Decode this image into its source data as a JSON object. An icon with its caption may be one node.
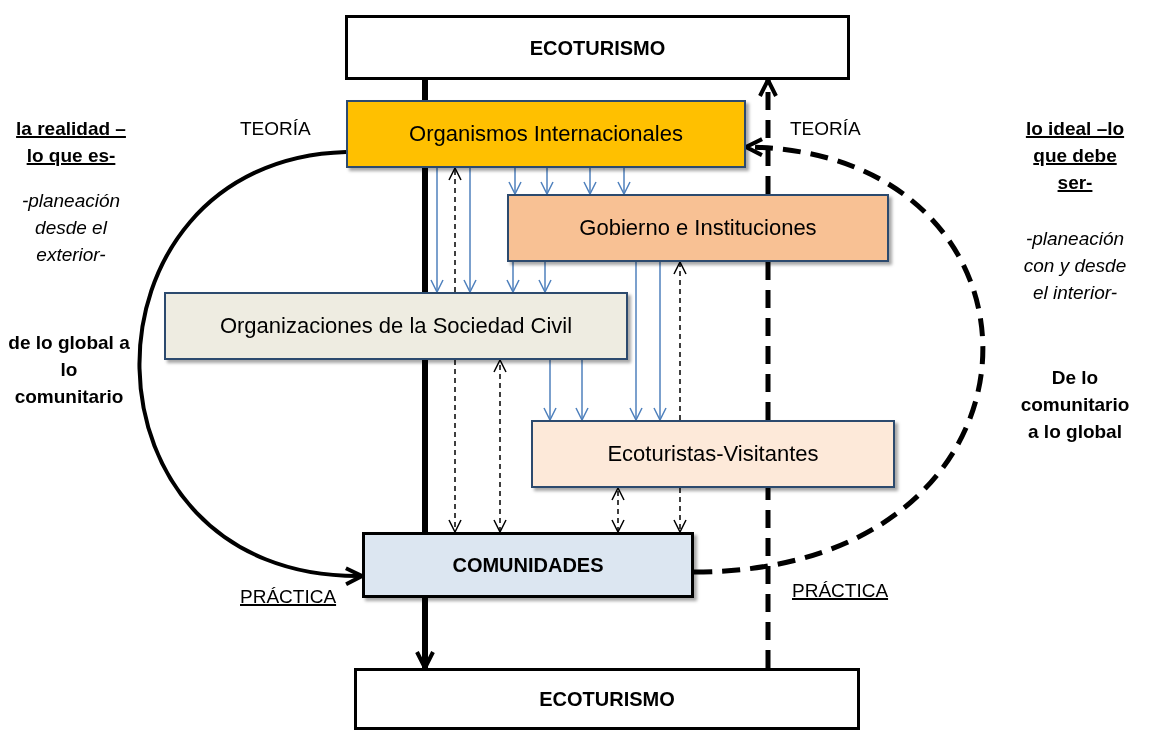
{
  "diagram": {
    "nodes": [
      {
        "text": [
          "ECOTURISMO"
        ]
      },
      {
        "text": [
          "Organismos Internacionales"
        ]
      },
      {
        "text": [
          "Gobierno e Instituciones"
        ]
      },
      {
        "text": [
          "Organizaciones de la Sociedad Civil"
        ]
      },
      {
        "text": [
          "Ecoturistas-Visitantes"
        ]
      },
      {
        "text": [
          "COMUNIDADES"
        ]
      },
      {
        "text": [
          "ECOTURISMO"
        ]
      }
    ],
    "edges": [
      {
        "from": 0,
        "to": 1,
        "arrow": "none",
        "style": "thick"
      },
      {
        "from": 1,
        "to": 3,
        "arrow": "none",
        "style": "thick"
      },
      {
        "from": 3,
        "to": 5,
        "arrow": "none",
        "style": "thick"
      },
      {
        "from": 5,
        "to": 6,
        "arrow": "to",
        "style": "thick"
      },
      {
        "from": 6,
        "to": 4,
        "arrow": "none",
        "style": "dashed"
      },
      {
        "from": 4,
        "to": 2,
        "arrow": "none",
        "style": "dashed"
      },
      {
        "from": 2,
        "to": 0,
        "arrow": "to",
        "style": "dashed"
      },
      {
        "from": 1,
        "to": 5,
        "arrow": "to",
        "style": "thick"
      },
      {
        "from": 5,
        "to": 1,
        "arrow": "to",
        "style": "dashed"
      },
      {
        "from": 1,
        "to": 2,
        "arrow": "to",
        "color": "#4f81bd"
      },
      {
        "from": 1,
        "to": 2,
        "arrow": "to",
        "color": "#4f81bd"
      },
      {
        "from": 1,
        "to": 2,
        "arrow": "to",
        "color": "#4f81bd"
      },
      {
        "from": 1,
        "to": 2,
        "arrow": "to",
        "color": "#4f81bd"
      },
      {
        "from": 1,
        "to": 3,
        "arrow": "to",
        "color": "#4f81bd"
      },
      {
        "from": 1,
        "to": 3,
        "arrow": "to",
        "color": "#4f81bd"
      },
      {
        "from": 2,
        "to": 3,
        "arrow": "to",
        "color": "#4f81bd"
      },
      {
        "from": 2,
        "to": 3,
        "arrow": "to",
        "color": "#4f81bd"
      },
      {
        "from": 3,
        "to": 4,
        "arrow": "to",
        "color": "#4f81bd"
      },
      {
        "from": 3,
        "to": 4,
        "arrow": "to",
        "color": "#4f81bd"
      },
      {
        "from": 2,
        "to": 4,
        "arrow": "to",
        "color": "#4f81bd"
      },
      {
        "from": 2,
        "to": 4,
        "arrow": "to",
        "color": "#4f81bd"
      },
      {
        "from": 3,
        "to": 1,
        "arrow": "to",
        "style": "dashed"
      },
      {
        "from": 3,
        "to": 5,
        "arrow": "to",
        "style": "dashed"
      },
      {
        "from": 5,
        "to": 3,
        "arrow": "both",
        "style": "dashed"
      },
      {
        "from": 5,
        "to": 4,
        "arrow": "both",
        "style": "dashed"
      },
      {
        "from": 4,
        "to": 2,
        "arrow": "to",
        "style": "dashed"
      },
      {
        "from": 4,
        "to": 5,
        "arrow": "to",
        "style": "dashed"
      }
    ],
    "labels": [
      "la realidad – lo que es-",
      "TEORÍA",
      "TEORÍA",
      "lo ideal –lo que debe ser-",
      "-planeación desde el exterior-",
      "-planeación con y desde el interior-",
      "de lo global a lo comunitario",
      "De lo comunitario a lo global",
      "PRÁCTICA",
      "PRÁCTICA"
    ]
  }
}
